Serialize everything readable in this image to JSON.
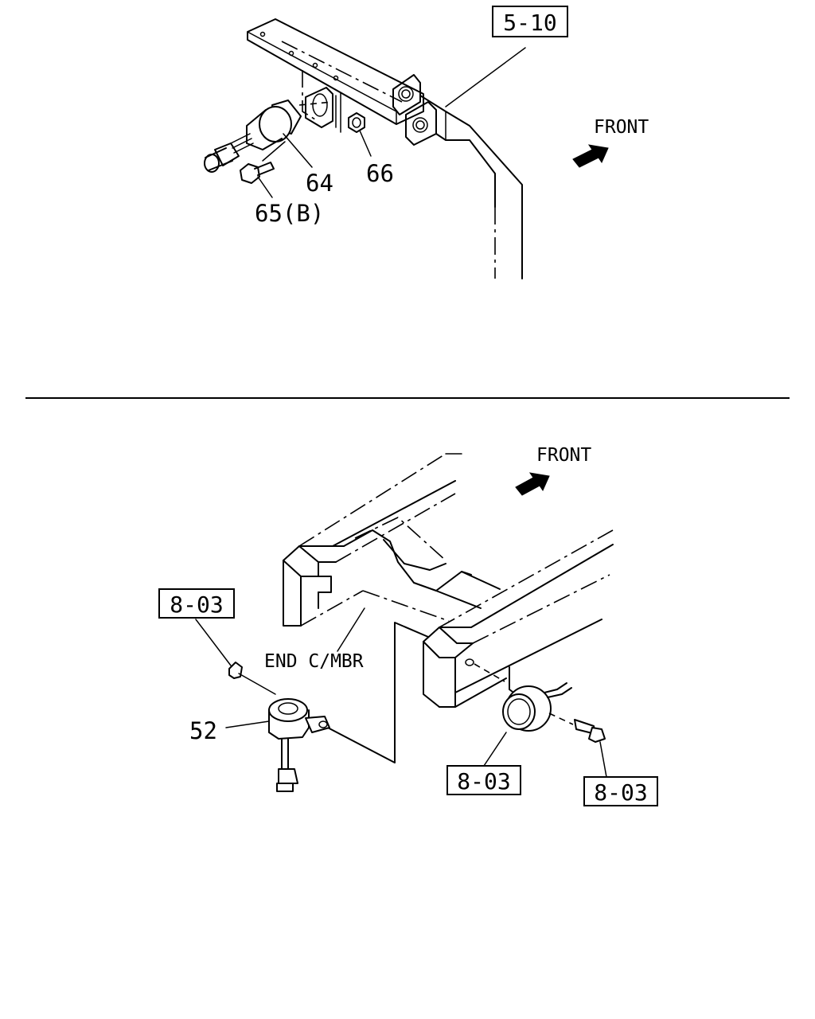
{
  "top_view": {
    "ref_box": "5-10",
    "labels": {
      "p64": "64",
      "p66": "66",
      "p65": "65(B)"
    },
    "front": "FRONT"
  },
  "bottom_view": {
    "front": "FRONT",
    "member_label": "END C/MBR",
    "label_52": "52",
    "ref_box_left": "8-03",
    "ref_box_center": "8-03",
    "ref_box_right": "8-03"
  },
  "icons": {
    "front_arrow": "front-arrow-icon"
  }
}
